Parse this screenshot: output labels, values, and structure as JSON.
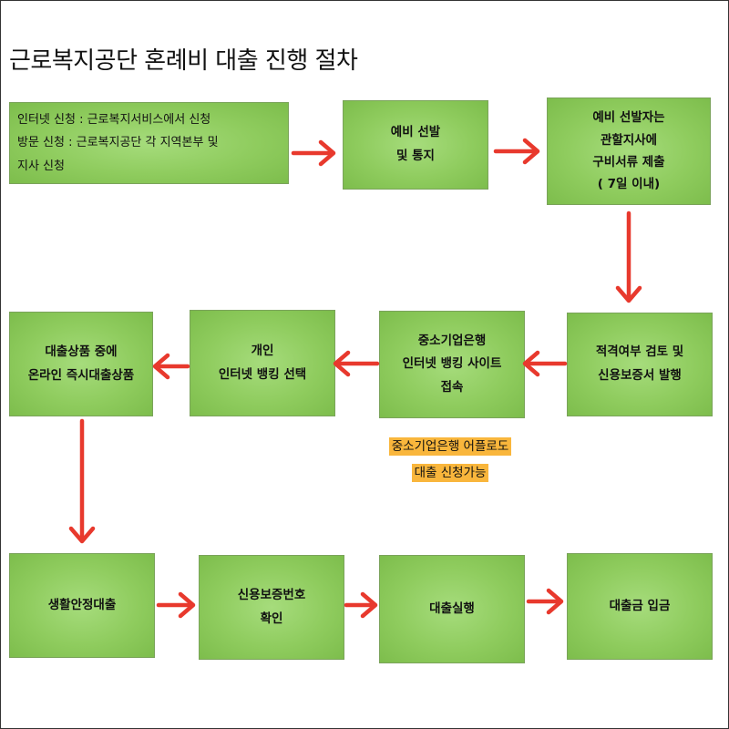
{
  "title": "근로복지공단 혼례비 대출 진행 절차",
  "steps": {
    "apply": [
      "인터넷 신청 : 근로복지서비스에서 신청",
      "방문 신청 : 근로복지공단 각 지역본부 및",
      "지사 신청"
    ],
    "preselect": [
      "예비 선발",
      "및 통지"
    ],
    "submit_docs": [
      "예비 선발자는",
      "관할지사에",
      "구비서류 제출",
      "( 7일 이내)"
    ],
    "review": [
      "적격여부 검토 및",
      "신용보증서 발행"
    ],
    "bank_site": [
      "중소기업은행",
      "인터넷 뱅킹 사이트",
      "접속"
    ],
    "personal_banking": [
      "개인",
      "인터넷 뱅킹 선택"
    ],
    "loan_product": [
      "대출상품 중에",
      "온라인 즉시대출상품"
    ],
    "living_loan": [
      "생활안정대출"
    ],
    "guarantee_check": [
      "신용보증번호",
      "확인"
    ],
    "execution": [
      "대출실행"
    ],
    "deposit": [
      "대출금 입금"
    ]
  },
  "note": [
    "중소기업은행 어플로도",
    "대출 신청가능"
  ],
  "colors": {
    "box": "#8fcc5e",
    "arrow": "#e8392d",
    "note_bg": "#f9b63c"
  }
}
